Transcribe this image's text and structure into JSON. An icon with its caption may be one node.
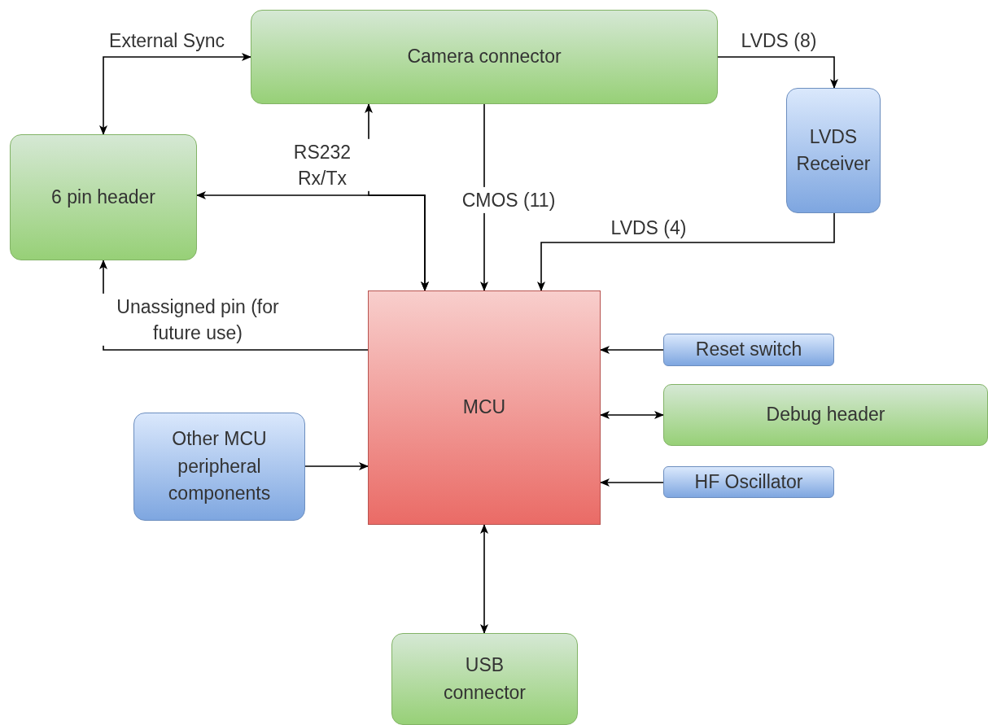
{
  "diagram": {
    "nodes": [
      {
        "text": [
          "Camera connector"
        ]
      },
      {
        "text": [
          "6 pin header"
        ]
      },
      {
        "text": [
          "LVDS Receiver"
        ]
      },
      {
        "text": [
          "MCU"
        ]
      },
      {
        "text": [
          "Reset switch"
        ]
      },
      {
        "text": [
          "Debug header"
        ]
      },
      {
        "text": [
          "HF Oscillator"
        ]
      },
      {
        "text": [
          "Other MCU peripheral components"
        ]
      },
      {
        "text": [
          "USB connector"
        ]
      }
    ],
    "edges": [
      {
        "from": 0,
        "to": 1,
        "arrow": "both",
        "label": "External Sync"
      },
      {
        "from": 3,
        "to": 1,
        "arrow": "both"
      },
      {
        "from": 3,
        "to": 0,
        "arrow": "both",
        "label": "RS232 Rx/Tx"
      },
      {
        "from": 0,
        "to": 3,
        "arrow": "to",
        "label": "CMOS (11)"
      },
      {
        "from": 0,
        "to": 2,
        "arrow": "to",
        "label": "LVDS (8)"
      },
      {
        "from": 2,
        "to": 3,
        "arrow": "to",
        "label": "LVDS (4)"
      },
      {
        "from": 3,
        "to": 1,
        "arrow": "to",
        "label": "Unassigned pin (for future use)"
      },
      {
        "from": 4,
        "to": 3,
        "arrow": "to"
      },
      {
        "from": 5,
        "to": 3,
        "arrow": "both"
      },
      {
        "from": 6,
        "to": 3,
        "arrow": "to"
      },
      {
        "from": 7,
        "to": 3,
        "arrow": "to"
      },
      {
        "from": 3,
        "to": 8,
        "arrow": "both"
      }
    ]
  }
}
